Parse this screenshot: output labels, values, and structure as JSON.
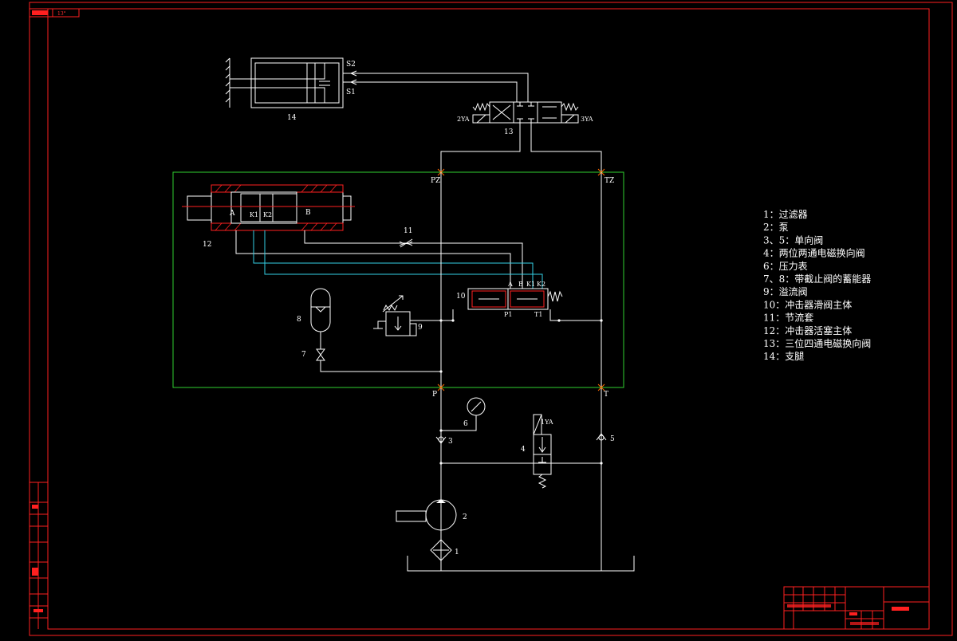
{
  "title_tag": "13°",
  "components": {
    "cylinder_14": {
      "num": "14",
      "s2": "S2",
      "s1": "S1"
    },
    "valve_13": {
      "num": "13",
      "left_coil": "2YA",
      "right_coil": "3YA"
    },
    "ports": {
      "pz": "PZ",
      "tz": "TZ",
      "p": "P",
      "t": "T",
      "p1": "P1",
      "t1": "T1"
    },
    "piston_12": {
      "num": "12",
      "a": "A",
      "k1": "K1",
      "k2": "K2",
      "b": "B"
    },
    "throttle_11": {
      "num": "11"
    },
    "slide_valve_10": {
      "num": "10",
      "a": "A",
      "b": "B",
      "k1": "K1",
      "k2": "K2"
    },
    "accumulator_8": {
      "num": "8"
    },
    "stop_valve_7": {
      "num": "7"
    },
    "relief_9": {
      "num": "9"
    },
    "gauge_6": {
      "num": "6"
    },
    "check_3": {
      "num": "3"
    },
    "check_5": {
      "num": "5"
    },
    "valve_4": {
      "num": "4",
      "coil": "1YA"
    },
    "pump_2": {
      "num": "2"
    },
    "filter_1": {
      "num": "1"
    }
  },
  "legend": [
    "1：过滤器",
    "2：泵",
    "3、5：单向阀",
    "4：两位两通电磁换向阀",
    "6：压力表",
    "7、8：带截止阀的蓄能器",
    "9：溢流阀",
    "10：冲击器滑阀主体",
    "11：节流套",
    "12：冲击器活塞主体",
    "13：三位四通电磁换向阀",
    "14：支腿"
  ],
  "colors": {
    "border": "#ff2020",
    "line": "#ffffff",
    "group": "#2fd12f",
    "signal": "#35d0e6",
    "background": "#000000"
  }
}
